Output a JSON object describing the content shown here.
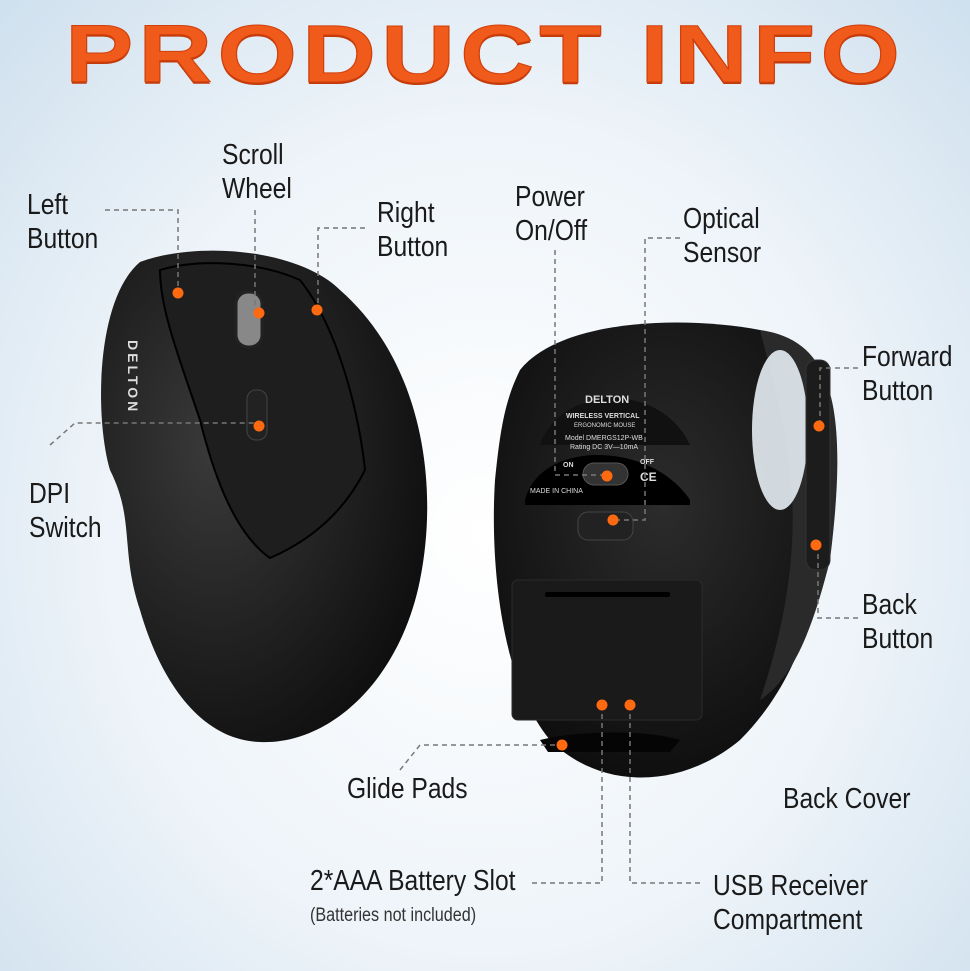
{
  "title": "PRODUCT INFO",
  "labels": {
    "left_button": [
      "Left",
      "Button"
    ],
    "scroll_wheel": [
      "Scroll",
      "Wheel"
    ],
    "right_button": [
      "Right",
      "Button"
    ],
    "power": [
      "Power",
      "On/Off"
    ],
    "optical_sensor": [
      "Optical",
      "Sensor"
    ],
    "forward_button": [
      "Forward",
      "Button"
    ],
    "dpi_switch": [
      "DPI",
      "Switch"
    ],
    "back_button": [
      "Back",
      "Button"
    ],
    "glide_pads": "Glide Pads",
    "back_cover": "Back Cover",
    "battery_slot": "2*AAA Battery Slot",
    "battery_note": "(Batteries not included)",
    "usb_receiver": [
      "USB Receiver",
      "Compartment"
    ]
  },
  "device_text": {
    "brand": "DELTON",
    "line1": "WIRELESS VERTICAL",
    "line2": "ERGONOMIC MOUSE",
    "model": "Model DMERGS12P-WB",
    "rating": "Rating DC 3V—10mA",
    "on": "ON",
    "off": "OFF",
    "made": "MADE IN CHINA",
    "ce": "CE"
  },
  "colors": {
    "accent": "#f05a1a",
    "marker": "#ff6a10"
  }
}
